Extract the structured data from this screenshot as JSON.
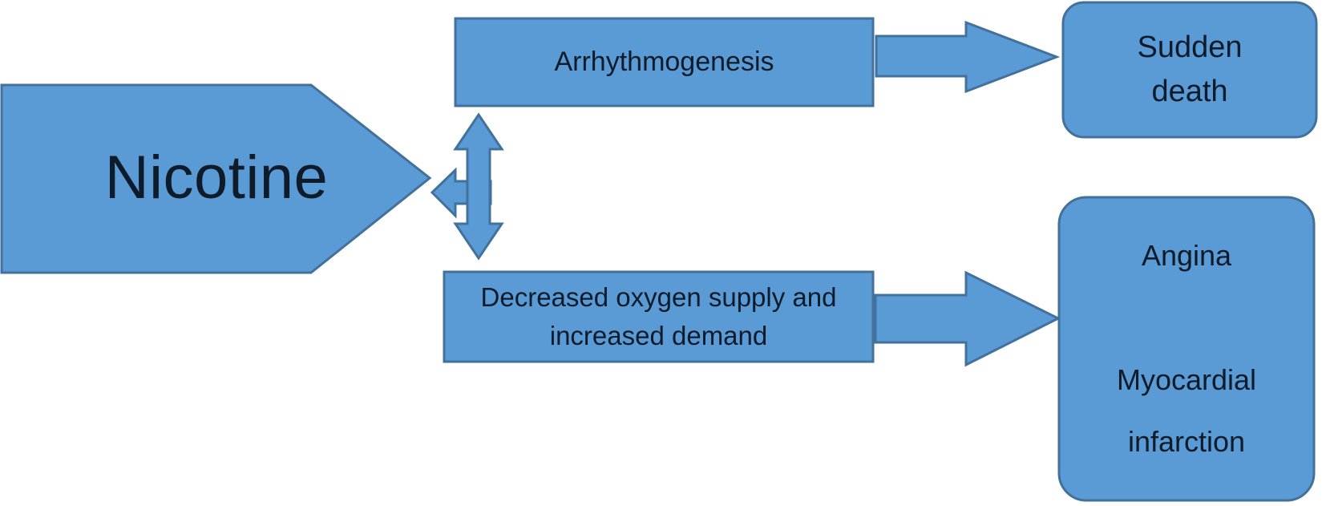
{
  "diagram": {
    "title": "Nicotine cardiovascular effects flow diagram",
    "colors": {
      "shape_fill": "#5B9BD5",
      "shape_stroke": "#41719C",
      "text": "#0D1B2A",
      "background": "#FFFFFF"
    },
    "nodes": [
      {
        "id": "nicotine",
        "shape": "pentagon-arrow",
        "label": "Nicotine"
      },
      {
        "id": "arrhythmogenesis",
        "shape": "rectangle",
        "label": "Arrhythmogenesis"
      },
      {
        "id": "sudden-death",
        "shape": "rounded-rectangle",
        "label": "Sudden\ndeath"
      },
      {
        "id": "decreased-oxygen",
        "shape": "rectangle",
        "label": "Decreased oxygen supply and\nincreased demand"
      },
      {
        "id": "angina-mi",
        "shape": "rounded-rectangle",
        "label": "Angina\n\nMyocardial\ninfarction"
      }
    ],
    "connectors": [
      {
        "id": "arrhythmogenesis-to-sudden-death",
        "type": "block-arrow-right",
        "from": "arrhythmogenesis",
        "to": "sudden-death",
        "label": ""
      },
      {
        "id": "nicotine-inbound",
        "type": "block-arrow-left",
        "from": "effects-junction",
        "to": "nicotine",
        "label": ""
      },
      {
        "id": "arrhythmogenesis-decreased-oxygen-link",
        "type": "block-arrow-double-vertical",
        "from": "arrhythmogenesis",
        "to": "decreased-oxygen",
        "label": ""
      },
      {
        "id": "decreased-oxygen-to-angina-mi",
        "type": "block-arrow-right",
        "from": "decreased-oxygen",
        "to": "angina-mi",
        "label": ""
      }
    ]
  }
}
